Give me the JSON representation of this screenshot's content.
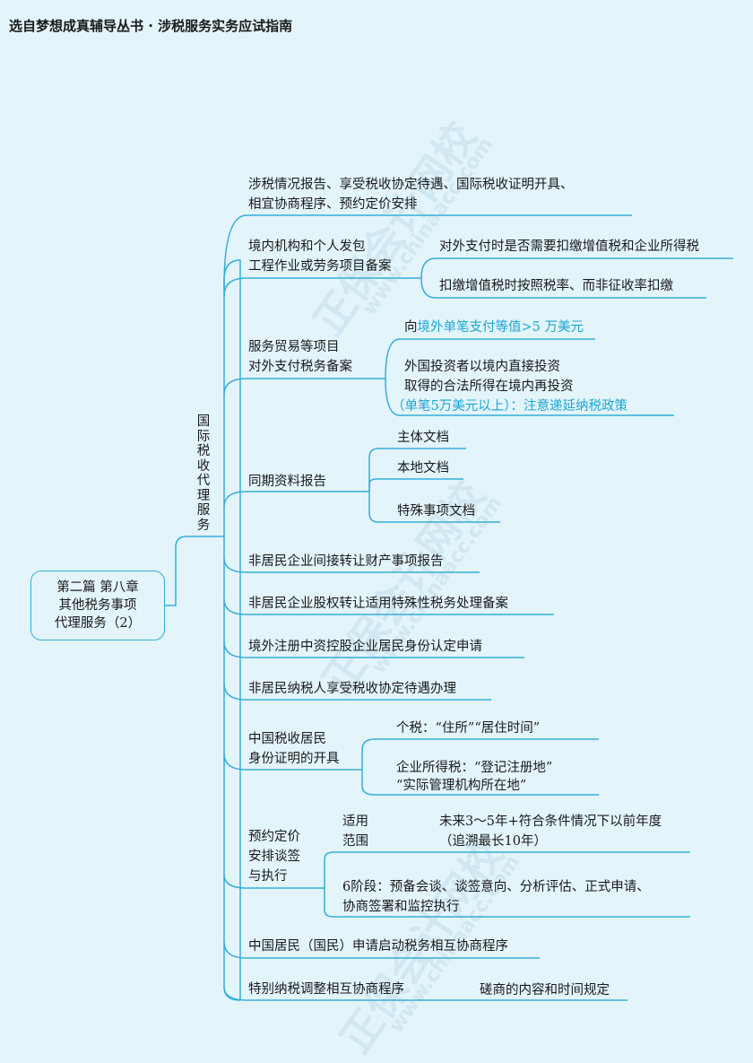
{
  "header": "选自梦想成真辅导丛书 · 涉税服务实务应试指南",
  "root": {
    "lines": [
      "第二篇  第八章",
      "其他税务事项",
      "代理服务（2）"
    ]
  },
  "hub": {
    "chars": [
      "国",
      "际",
      "税",
      "收",
      "代",
      "理",
      "服",
      "务"
    ]
  },
  "branches": {
    "b1": {
      "line1": "涉税情况报告、享受税收协定待遇、国际税收证明开具、",
      "line2": "相宜协商程序、预约定价安排"
    },
    "b2": {
      "line1": "境内机构和个人发包",
      "line2": "工程作业或劳务项目备案",
      "sub1": "对外支付时是否需要扣缴增值税和企业所得税",
      "sub2": "扣缴增值税时按照税率、而非征收率扣缴"
    },
    "b3": {
      "line1": "服务贸易等项目",
      "line2": "对外支付税务备案",
      "sub1_prefix": "向",
      "sub1_highlight": "境外单笔支付等值>5 万美元",
      "sub2_line1": "外国投资者以境内直接投资",
      "sub2_line2": "取得的合法所得在境内再投资",
      "sub2_line3": "（单笔5万美元以上）：注意递延纳税政策"
    },
    "b4": {
      "label": "同期资料报告",
      "sub1": "主体文档",
      "sub2": "本地文档",
      "sub3": "特殊事项文档"
    },
    "b5": {
      "label": "非居民企业间接转让财产事项报告"
    },
    "b6": {
      "label": "非居民企业股权转让适用特殊性税务处理备案"
    },
    "b7": {
      "label": "境外注册中资控股企业居民身份认定申请"
    },
    "b8": {
      "label": "非居民纳税人享受税收协定待遇办理"
    },
    "b9": {
      "line1": "中国税收居民",
      "line2": "身份证明的开具",
      "sub1": "个税：“住所”“居住时间”",
      "sub2_line1": "企业所得税：“登记注册地”",
      "sub2_line2": "“实际管理机构所在地”"
    },
    "b10": {
      "line1": "预约定价",
      "line2": "安排谈签",
      "line3": "与执行",
      "scope_line1": "适用",
      "scope_line2": "范围",
      "scope_detail_line1": "未来3～5年+符合条件情况下以前年度",
      "scope_detail_line2": "（追溯最长10年）",
      "stages_line1": "6阶段：预备会谈、谈签意向、分析评估、正式申请、",
      "stages_line2": "协商签署和监控执行"
    },
    "b11": {
      "label": "中国居民（国民）申请启动税务相互协商程序"
    },
    "b12": {
      "label": "特别纳税调整相互协商程序",
      "sub1": "磋商的内容和时间规定"
    }
  },
  "watermark": {
    "text": "正保会计网校",
    "url": "www.chinaacc.com"
  },
  "colors": {
    "line": "#34aed8",
    "background": "#e3f4fb",
    "highlight": "#1ba6d6"
  }
}
